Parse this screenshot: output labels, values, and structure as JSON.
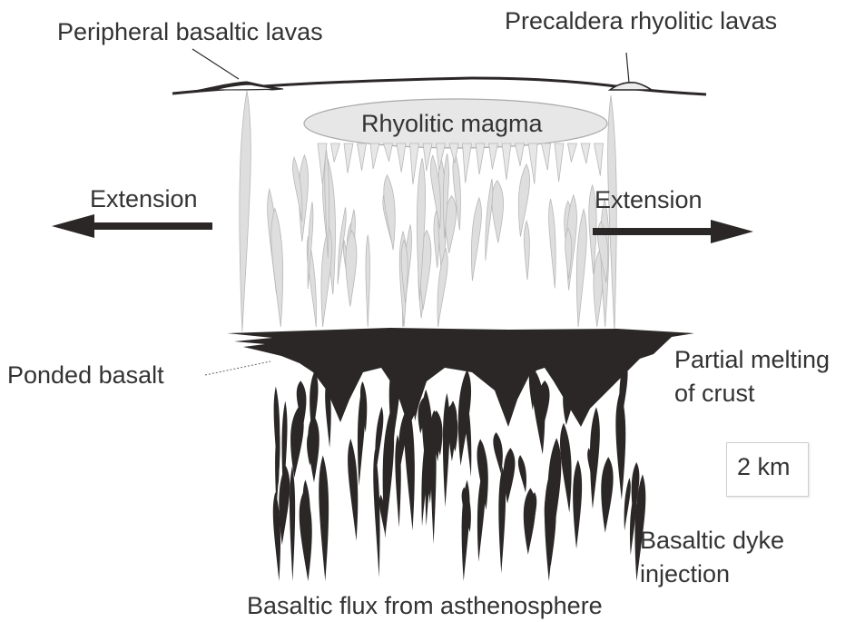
{
  "labels": {
    "peripheral_basaltic_lavas": "Peripheral basaltic lavas",
    "precaldera_rhyolitic_lavas": "Precaldera rhyolitic lavas",
    "rhyolitic_magma": "Rhyolitic magma",
    "extension_left": "Extension",
    "extension_right": "Extension",
    "ponded_basalt": "Ponded basalt",
    "partial_melting_line1": "Partial melting",
    "partial_melting_line2": "of crust",
    "scale": "2 km",
    "dyke_line1": "Basaltic dyke",
    "dyke_line2": "injection",
    "flux": "Basaltic flux from asthenosphere"
  },
  "colors": {
    "basalt": "#2b2727",
    "rhyolite_dykes": "#dedede",
    "rhyolite_outline": "#b8b8b8",
    "magma_fill": "#e7e7e7",
    "text": "#333333",
    "arrows": "#2b2727"
  }
}
